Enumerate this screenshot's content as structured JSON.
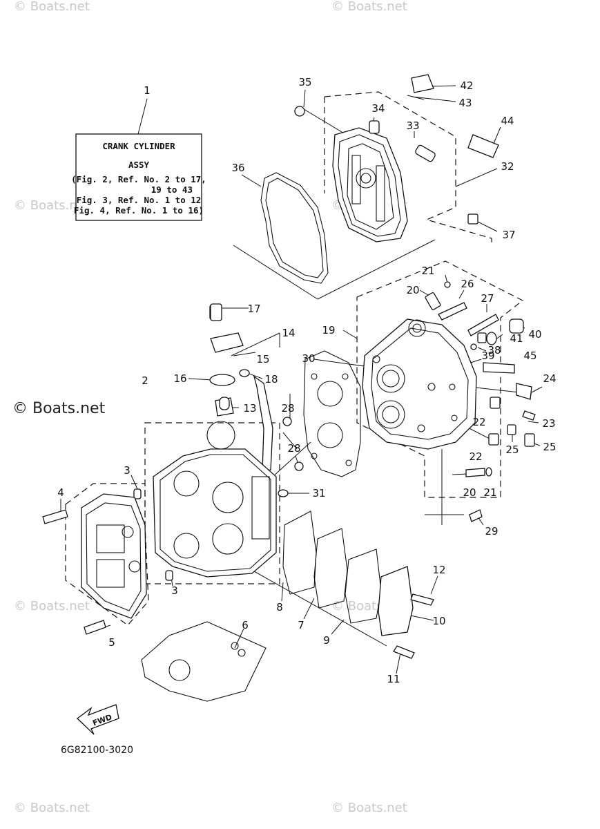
{
  "watermarks": {
    "brand": "© Boats.net",
    "corner": "© Boats.net"
  },
  "info_box": {
    "title_line1": "CRANK CYLINDER",
    "title_line2": "ASSY",
    "lines": [
      "(Fig. 2, Ref. No. 2 to 17,",
      "19 to 43",
      "Fig. 3, Ref. No. 1 to 12",
      "Fig. 4, Ref. No. 1 to 16)"
    ]
  },
  "fwd_label": "FWD",
  "drawing_code": "6G82100-3020",
  "ref_numbers": {
    "n1": "1",
    "n2": "2",
    "n3a": "3",
    "n3b": "3",
    "n4": "4",
    "n5": "5",
    "n6": "6",
    "n7": "7",
    "n8": "8",
    "n9": "9",
    "n10": "10",
    "n11": "11",
    "n12": "12",
    "n13": "13",
    "n14": "14",
    "n15": "15",
    "n16": "16",
    "n17": "17",
    "n18": "18",
    "n19": "19",
    "n20a": "20",
    "n20b": "20",
    "n21a": "21",
    "n21b": "21",
    "n22a": "22",
    "n22b": "22",
    "n23": "23",
    "n24": "24",
    "n25a": "25",
    "n25b": "25",
    "n26": "26",
    "n27": "27",
    "n28a": "28",
    "n28b": "28",
    "n29": "29",
    "n30": "30",
    "n31": "31",
    "n32": "32",
    "n33": "33",
    "n34": "34",
    "n35": "35",
    "n36": "36",
    "n37": "37",
    "n38": "38",
    "n39": "39",
    "n40": "40",
    "n41": "41",
    "n42": "42",
    "n43": "43",
    "n44": "44",
    "n45": "45"
  }
}
